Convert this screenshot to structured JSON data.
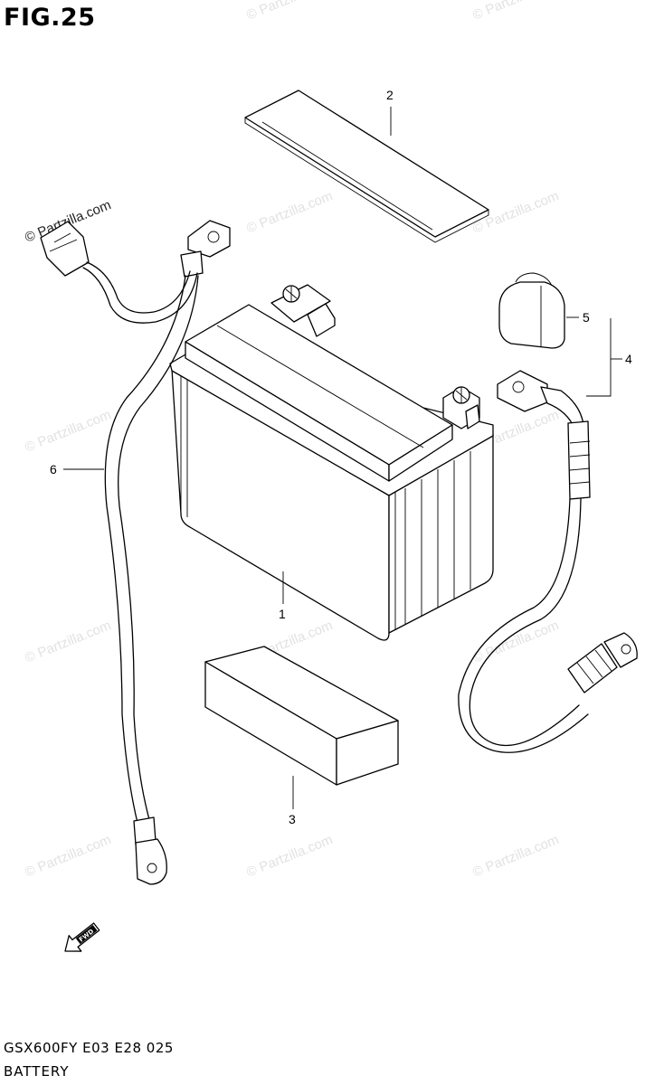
{
  "figure": {
    "title": "FIG.25",
    "footer_code": "GSX600FY E03 E28 025",
    "footer_name": "BATTERY"
  },
  "watermark": "© Partzilla.com",
  "callouts": [
    "1",
    "2",
    "3",
    "4",
    "5",
    "6"
  ],
  "fwd_label": "FWD"
}
